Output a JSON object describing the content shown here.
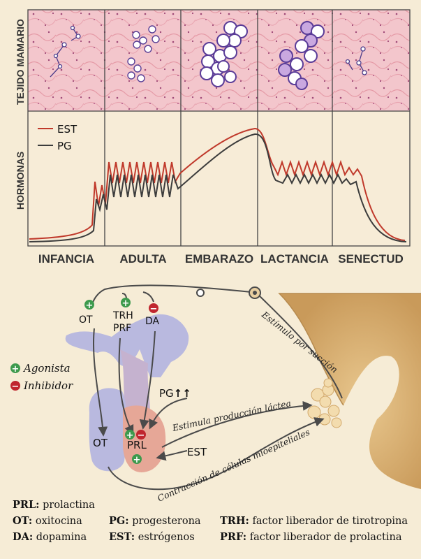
{
  "labels": {
    "tissue_axis": "TEJIDO MAMARIO",
    "hormone_axis": "HORMONAS",
    "phases": [
      "INFANCIA",
      "ADULTA",
      "EMBARAZO",
      "LACTANCIA",
      "SENECTUD"
    ]
  },
  "chart_data": {
    "type": "line",
    "title": "",
    "xlabel": "",
    "ylabel": "HORMONAS",
    "categories": [
      "INFANCIA",
      "ADULTA",
      "EMBARAZO",
      "LACTANCIA",
      "SENECTUD"
    ],
    "legend": "top-left",
    "grid": false,
    "series": [
      {
        "name": "EST",
        "color": "#c0392b",
        "trend": [
          0.05,
          0.8,
          1.0,
          0.62,
          0.6
        ]
      },
      {
        "name": "PG",
        "color": "#3c3c3c",
        "trend": [
          0.04,
          0.72,
          0.98,
          0.52,
          0.5
        ]
      }
    ]
  },
  "diagram": {
    "legend": {
      "agonista": "Agonista",
      "inhibidor": "Inhibidor"
    },
    "hypo_labels": {
      "ot": "OT",
      "trh": "TRH",
      "prf": "PRF",
      "da": "DA"
    },
    "pituitary_labels": {
      "ot": "OT",
      "prl": "PRL"
    },
    "pg": "PG",
    "pg_arrows": "↑↑",
    "est": "EST",
    "arrows": {
      "estimulo": "Estímulo por succión",
      "produccion": "Estimula producción láctea",
      "contraccion": "Contracción de células mioepiteliales"
    }
  },
  "abbreviations": {
    "prl": {
      "abbr": "PRL:",
      "text": " prolactina"
    },
    "ot": {
      "abbr": "OT:",
      "text": " oxitocina"
    },
    "da": {
      "abbr": "DA:",
      "text": " dopamina"
    },
    "pg": {
      "abbr": "PG:",
      "text": " progesterona"
    },
    "est": {
      "abbr": "EST:",
      "text": " estrógenos"
    },
    "trh": {
      "abbr": "TRH:",
      "text": " factor liberador de tirotropina"
    },
    "prf": {
      "abbr": "PRF:",
      "text": " factor liberador de prolactina"
    }
  }
}
